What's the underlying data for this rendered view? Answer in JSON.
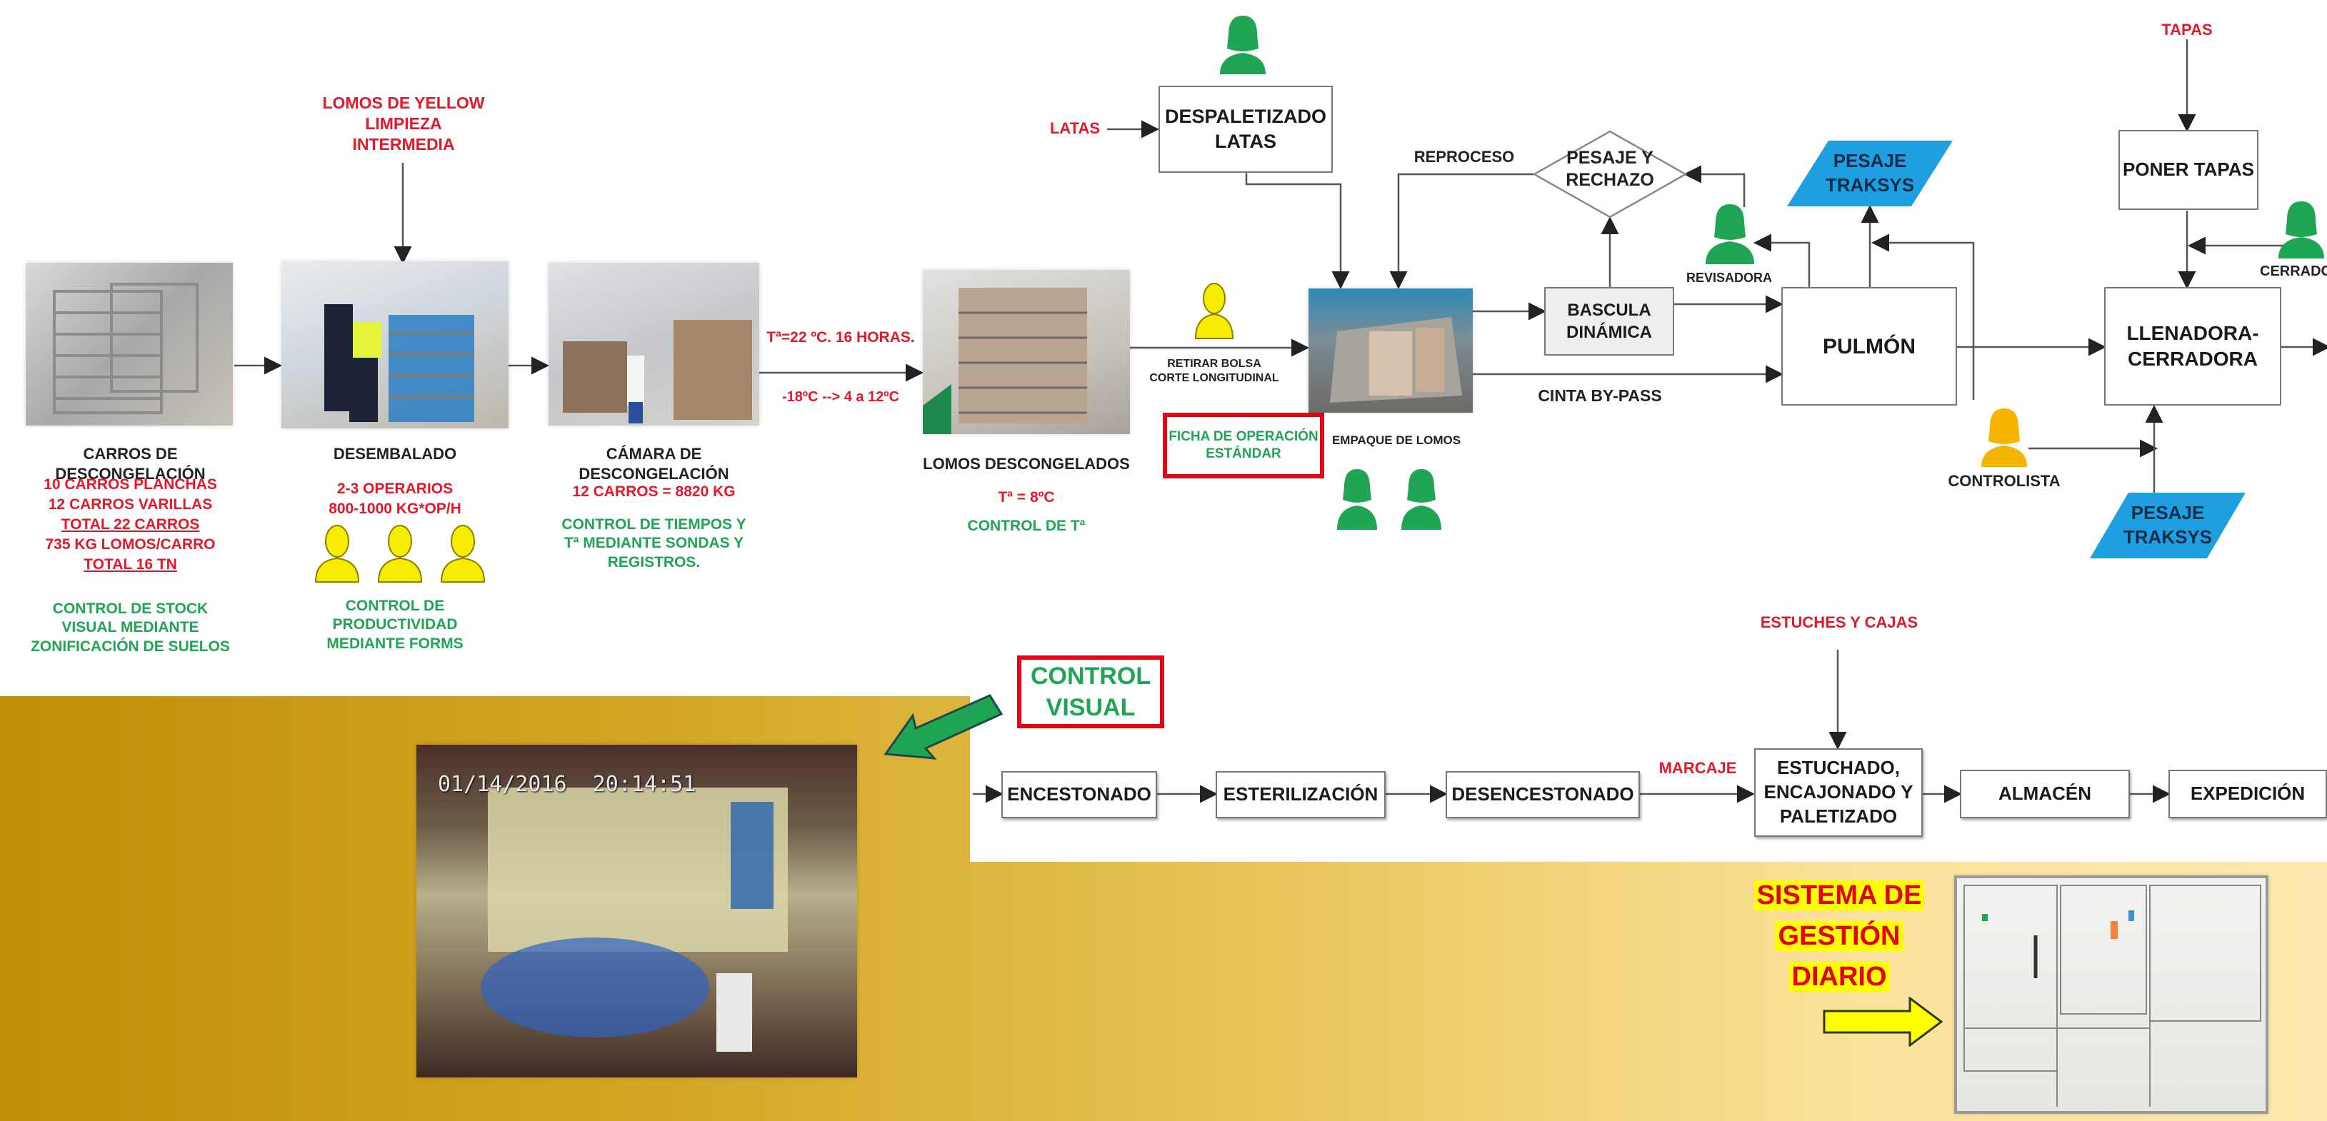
{
  "colors": {
    "label_red": "#e3192b",
    "label_green": "#1fa554",
    "traksys_blue": "#1e9fe0",
    "operator_yellow": "#f5ec00",
    "operator_green": "#1fa554",
    "controlista_orange": "#f4b400",
    "frame_red": "#e30613"
  },
  "stages": {
    "carros": {
      "title": "CARROS DE DESCONGELACIÓN",
      "specs": [
        "10 CARROS PLANCHAS",
        "12 CARROS VARILLAS",
        "TOTAL 22 CARROS",
        "735 KG LOMOS/CARRO",
        "TOTAL 16 TN"
      ],
      "control": "CONTROL DE STOCK\nVISUAL MEDIANTE\nZONIFICACIÓN DE SUELOS"
    },
    "desembalado": {
      "input": "LOMOS DE YELLOW\nLIMPIEZA\nINTERMEDIA",
      "title": "DESEMBALADO",
      "specs": [
        "2-3 OPERARIOS",
        "800-1000 KG*OP/H"
      ],
      "operators": 3,
      "control": "CONTROL DE\nPRODUCTIVIDAD\nMEDIANTE FORMS"
    },
    "camara": {
      "title": "CÁMARA DE DESCONGELACIÓN",
      "specs": [
        "12 CARROS = 8820 KG"
      ],
      "control": "CONTROL DE TIEMPOS Y\nTª MEDIANTE SONDAS Y\nREGISTROS.",
      "arrow_top": "Tª=22 ºC. 16 HORAS.",
      "arrow_bottom": "-18ºC --> 4 a 12ºC"
    },
    "lomos": {
      "title": "LOMOS DESCONGELADOS",
      "specs": [
        "Tª = 8ºC"
      ],
      "control": "CONTROL DE Tª"
    },
    "retirar": {
      "label": "RETIRAR BOLSA\nCORTE LONGITUDINAL",
      "ficha": "FICHA DE OPERACIÓN\nESTÁNDAR"
    },
    "empaque": {
      "title": "EMPAQUE DE LOMOS",
      "operators": 2
    }
  },
  "flow": {
    "latas_input": "LATAS",
    "despaletizado": "DESPALETIZADO\nLATAS",
    "reproceso": "REPROCESO",
    "pesaje_rechazo": "PESAJE Y\nRECHAZO",
    "bascula": "BASCULA\nDINÁMICA",
    "cinta_bypass": "CINTA BY-PASS",
    "revisadora": "REVISADORA",
    "pesaje_traksys_top": "PESAJE\nTRAKSYS",
    "pulmon": "PULMÓN",
    "tapas_input": "TAPAS",
    "poner_tapas": "PONER TAPAS",
    "cerradora_op": "CERRADORA",
    "llenadora": "LLENADORA-\nCERRADORA",
    "controlista": "CONTROLISTA",
    "pesaje_traksys_bottom": "PESAJE\nTRAKSYS"
  },
  "bottom_flow": {
    "steps": [
      "ENCESTONADO",
      "ESTERILIZACIÓN",
      "DESENCESTONADO"
    ],
    "marcaje": "MARCAJE",
    "estuches_input": "ESTUCHES Y CAJAS",
    "estuchado": "ESTUCHADO,\nENCAJONADO Y\nPALETIZADO",
    "almacen": "ALMACÉN",
    "expedicion": "EXPEDICIÓN"
  },
  "callouts": {
    "control_visual": "CONTROL\nVISUAL",
    "camera_timestamp": "01/14/2016  20:14:51",
    "sistema_gestion": [
      "SISTEMA DE",
      "GESTIÓN",
      "DIARIO"
    ]
  }
}
